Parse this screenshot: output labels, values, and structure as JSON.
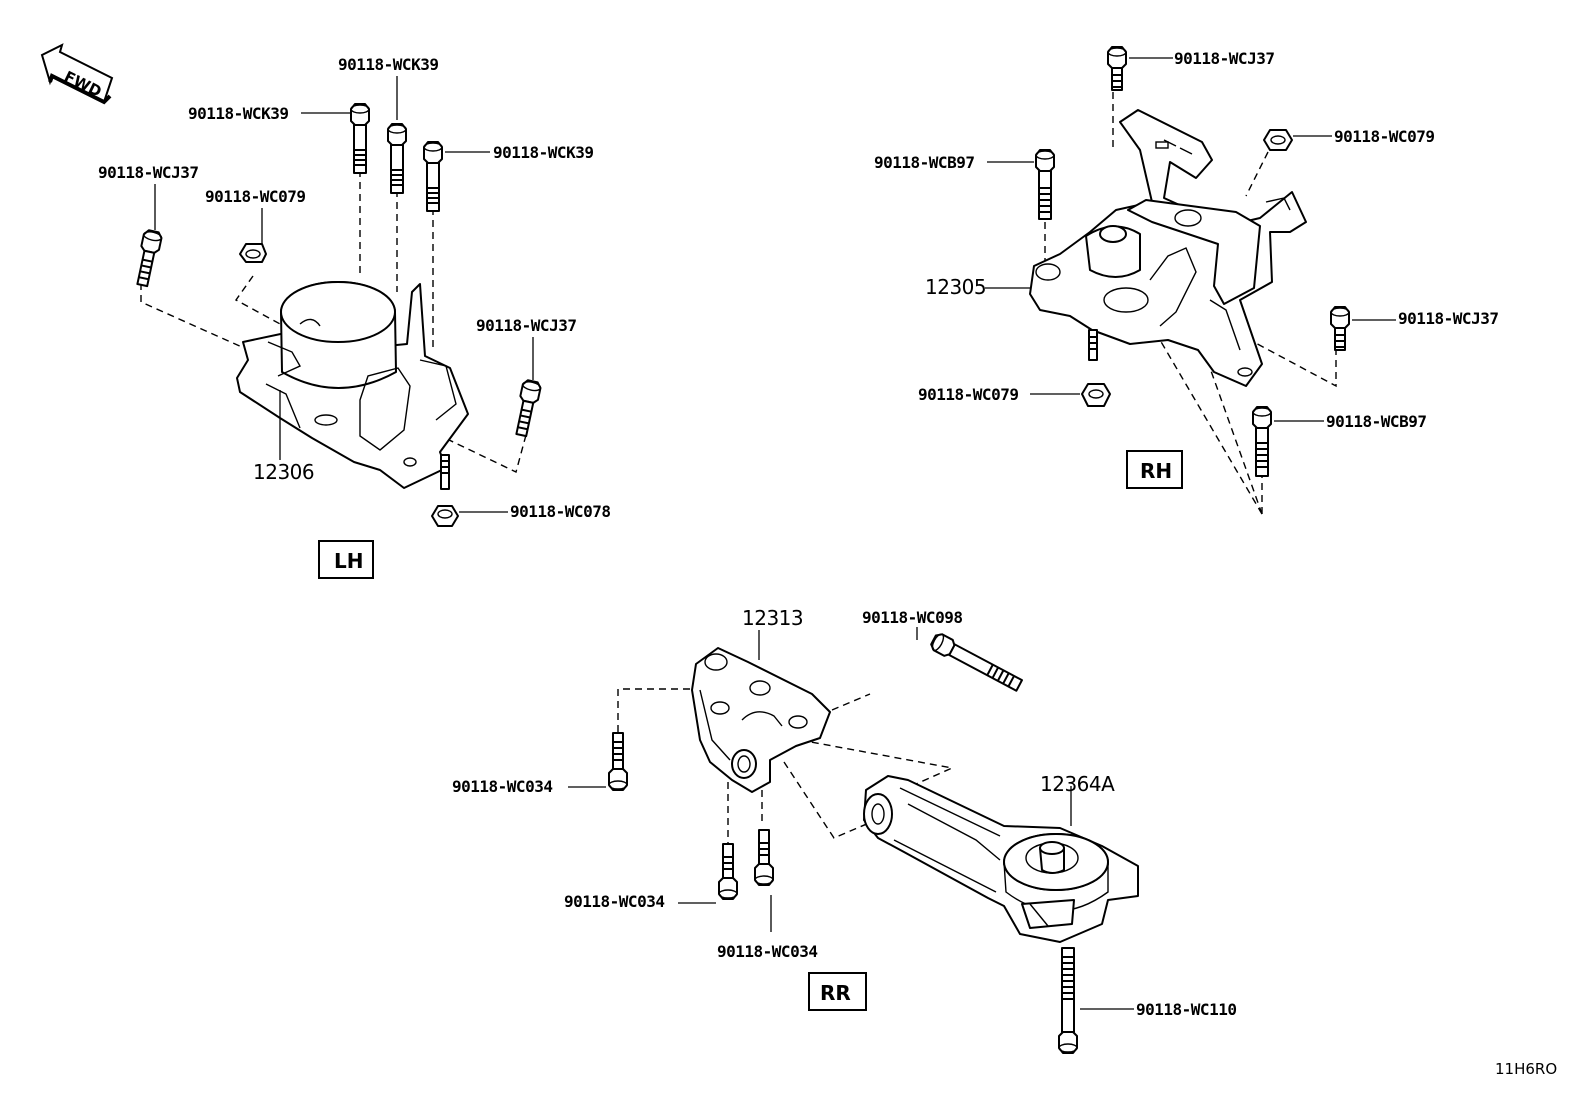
{
  "fwd_label": "FWD",
  "sections": {
    "lh": "LH",
    "rh": "RH",
    "rr": "RR"
  },
  "labels": {
    "lh_wck39_top": "90118-WCK39",
    "lh_wck39_left": "90118-WCK39",
    "lh_wck39_right": "90118-WCK39",
    "lh_wcj37_left": "90118-WCJ37",
    "lh_wc079": "90118-WC079",
    "lh_wcj37_right": "90118-WCJ37",
    "lh_wc078": "90118-WC078",
    "lh_part": "12306",
    "rh_wcj37_top": "90118-WCJ37",
    "rh_wc079_top": "90118-WC079",
    "rh_wcb97_left": "90118-WCB97",
    "rh_part": "12305",
    "rh_wcj37_right": "90118-WCJ37",
    "rh_wc079_bottom": "90118-WC079",
    "rh_wcb97_right": "90118-WCB97",
    "rr_part_bracket": "12313",
    "rr_wc098": "90118-WC098",
    "rr_wc034_left": "90118-WC034",
    "rr_part_rod": "12364A",
    "rr_wc034_mid": "90118-WC034",
    "rr_wc034_bottom": "90118-WC034",
    "rr_wc110": "90118-WC110"
  },
  "diagram_code": "11H6RO"
}
